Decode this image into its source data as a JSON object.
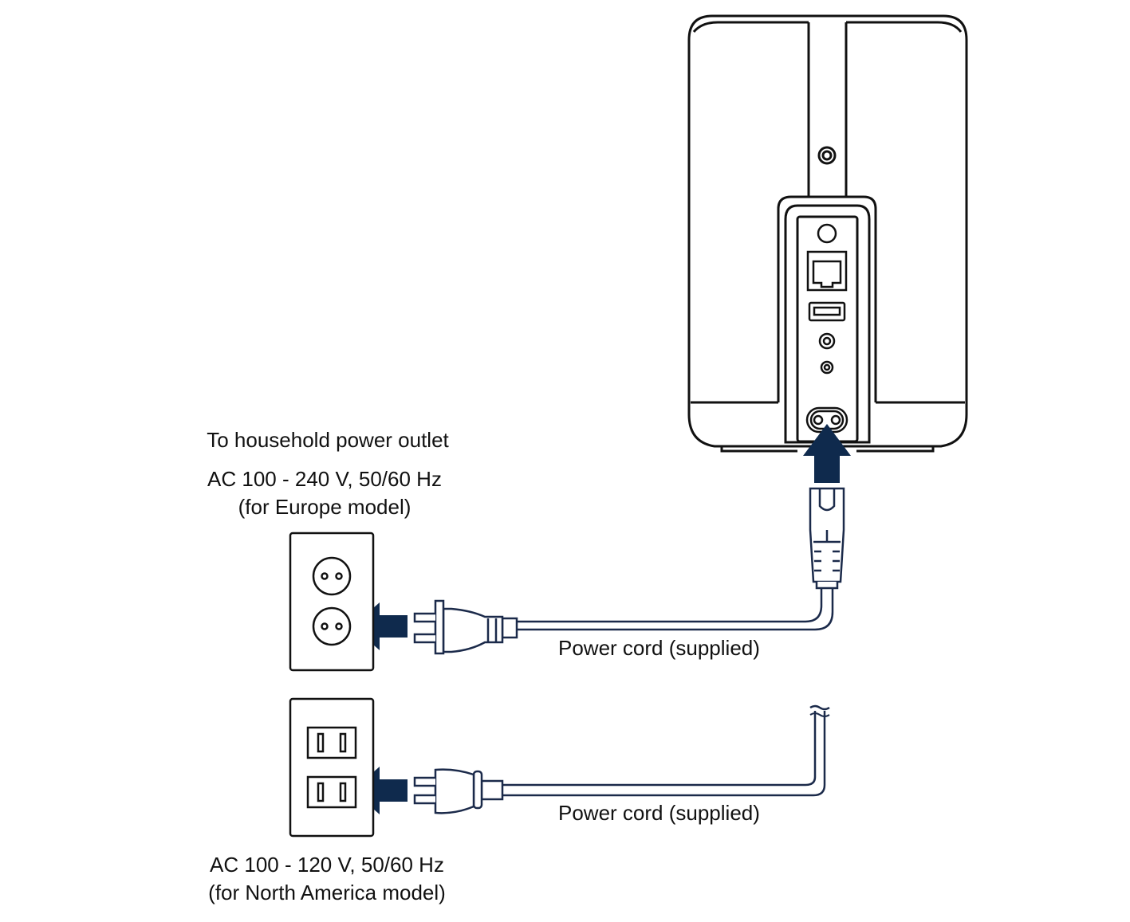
{
  "labels": {
    "outlet_heading": "To household power outlet",
    "europe_spec": "AC 100 - 240 V, 50/60 Hz",
    "europe_model": "(for Europe model)",
    "cord_upper": "Power cord (supplied)",
    "cord_lower": "Power cord (supplied)",
    "na_spec": "AC 100 - 120 V, 50/60 Hz",
    "na_model": "(for North America model)"
  },
  "colors": {
    "line": "#111111",
    "cord": "#1b2a4a",
    "arrow": "#0f2a4d",
    "background": "#ffffff"
  },
  "icons": [
    "speaker-rear-panel",
    "eu-wall-outlet",
    "na-wall-outlet",
    "eu-plug",
    "na-plug",
    "iec-c7-connector",
    "insert-arrow"
  ]
}
